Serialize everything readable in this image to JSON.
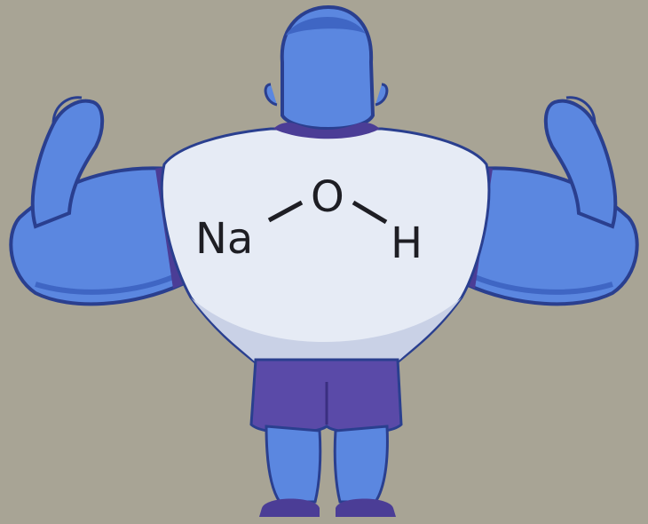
{
  "illustration": {
    "formula": {
      "left_atom": "Na",
      "center_atom": "O",
      "right_atom": "H"
    },
    "colors": {
      "background": "#a8a495",
      "skin": "#5b87e0",
      "skin_shadow": "#3f66c4",
      "outline": "#2a3f8f",
      "shirt": "#e6ebf5",
      "shirt_shadow": "#c9d1e6",
      "shorts": "#5a4aa8",
      "collar": "#4b3d96",
      "text": "#1e1e24"
    }
  }
}
